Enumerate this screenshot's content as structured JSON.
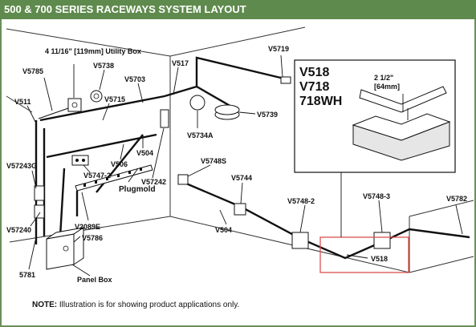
{
  "title": "500 & 700 SERIES RACEWAYS SYSTEM LAYOUT",
  "note": {
    "label": "NOTE:",
    "text": "Illustration is for showing product applications only."
  },
  "callouts": {
    "utility_box": "4 11/16\" [119mm] Utility Box",
    "v5785": "V5785",
    "v5738": "V5738",
    "v5703": "V5703",
    "v517": "V517",
    "v5719": "V5719",
    "v511": "V511",
    "v5715": "V5715",
    "v5734a": "V5734A",
    "v5739": "V5739",
    "v57243g": "V57243G",
    "v504_a": "V504",
    "v506": "V506",
    "v5747_2": "V5747-2",
    "v57242": "V57242",
    "v5748s": "V5748S",
    "v5744": "V5744",
    "plugmold": "Plugmold",
    "v2089e": "V2089E",
    "v57240": "V57240",
    "v5786": "V5786",
    "v504_b": "V504",
    "v5748_2": "V5748-2",
    "v5748_3": "V5748-3",
    "v5782": "V5782",
    "v518": "V518",
    "v5781": "5781",
    "panel_box": "Panel Box"
  },
  "inset": {
    "models": [
      "V518",
      "V718",
      "718WH"
    ],
    "dim_in": "2 1/2\"",
    "dim_mm": "[64mm]"
  },
  "highlight_color": "#d9534f",
  "header_color": "#5f8a4d"
}
